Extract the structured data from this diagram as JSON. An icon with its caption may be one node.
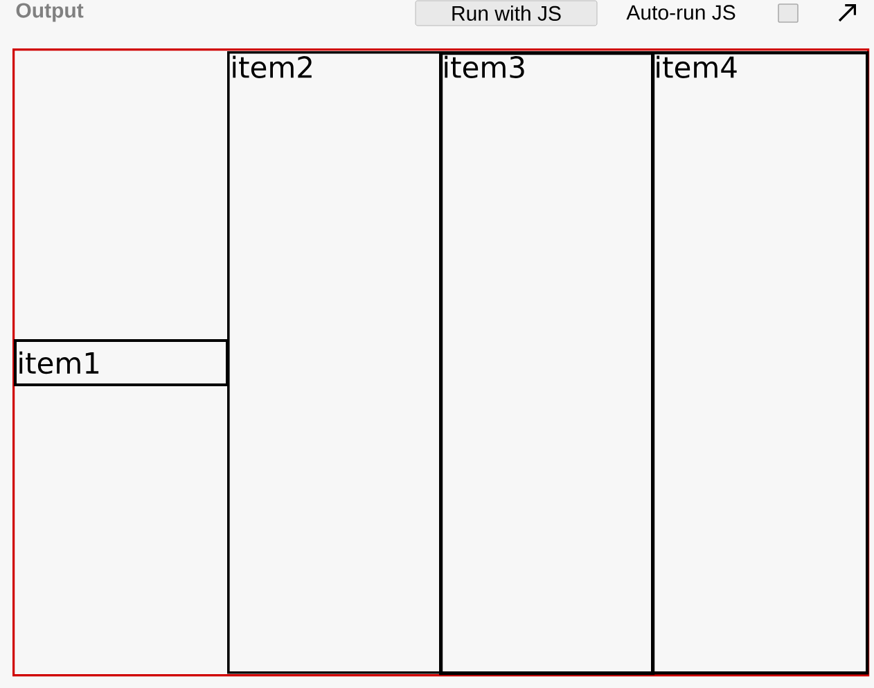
{
  "diagram": {
    "nodes": [
      {
        "text": [],
        "shape": "box"
      },
      {
        "text": [
          "item1"
        ],
        "in": 0
      },
      {
        "text": [
          "item2"
        ],
        "in": 0
      },
      {
        "text": [
          "item3"
        ],
        "in": 0
      },
      {
        "text": [
          "item4"
        ],
        "in": 0
      }
    ],
    "labels": [
      "Output",
      "Run with JS",
      "Auto-run JS"
    ]
  }
}
